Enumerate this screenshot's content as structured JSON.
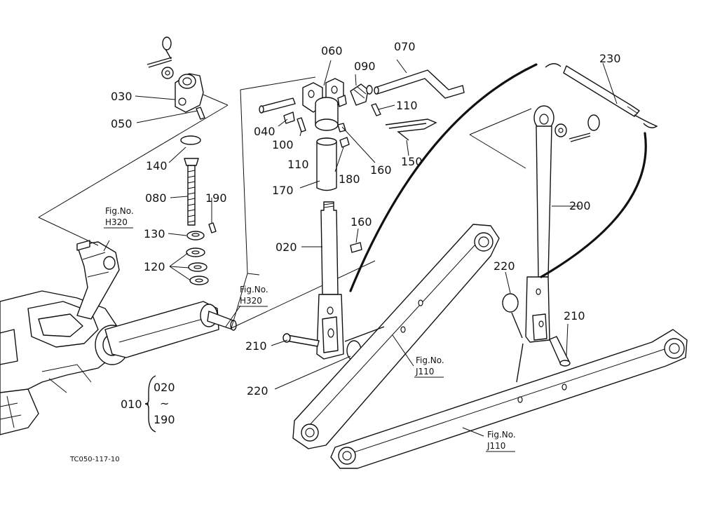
{
  "diagram_code": "TC050-117-10",
  "callouts": {
    "c010": "010",
    "c020": "020",
    "c030": "030",
    "c040": "040",
    "c050": "050",
    "c060": "060",
    "c070": "070",
    "c080": "080",
    "c090": "090",
    "c100": "100",
    "c110a": "110",
    "c110b": "110",
    "c120": "120",
    "c130": "130",
    "c140": "140",
    "c150": "150",
    "c160a": "160",
    "c160b": "160",
    "c170": "170",
    "c180": "180",
    "c190a": "190",
    "c200": "200",
    "c210a": "210",
    "c210b": "210",
    "c220a": "220",
    "c220b": "220",
    "c230": "230"
  },
  "range_group": {
    "parent": "010",
    "from": "020",
    "tilde": "~",
    "to": "190"
  },
  "fig_refs": {
    "h320_top_label": "Fig.No.",
    "h320_top_code": "H320",
    "h320_mid_label": "Fig.No.",
    "h320_mid_code": "H320",
    "j110_mid_label": "Fig.No.",
    "j110_mid_code": "J110",
    "j110_bot_label": "Fig.No.",
    "j110_bot_code": "J110"
  }
}
